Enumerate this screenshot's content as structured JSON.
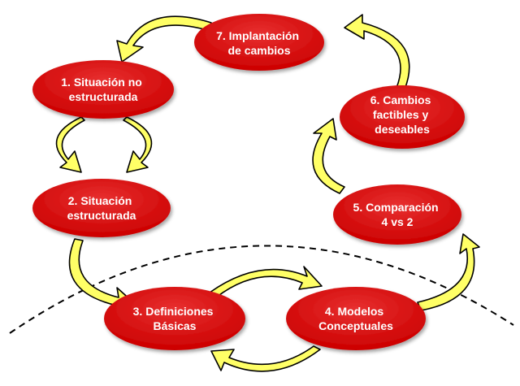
{
  "nodes": [
    {
      "id": "n1",
      "lines": [
        "1. Situación no",
        "estructurada"
      ]
    },
    {
      "id": "n2",
      "lines": [
        "2. Situación",
        "estructurada"
      ]
    },
    {
      "id": "n3",
      "lines": [
        "3. Definiciones",
        "Básicas"
      ]
    },
    {
      "id": "n4",
      "lines": [
        "4. Modelos",
        "Conceptuales"
      ]
    },
    {
      "id": "n5",
      "lines": [
        "5. Comparación",
        "4 vs 2"
      ]
    },
    {
      "id": "n6",
      "lines": [
        "6. Cambios",
        "factibles y",
        "deseables"
      ]
    },
    {
      "id": "n7",
      "lines": [
        "7. Implantación",
        "de cambios"
      ]
    }
  ],
  "colors": {
    "node_fill": "#cc0000",
    "node_highlight": "#e83030",
    "node_text": "#ffffff",
    "arrow_fill": "#ffff66",
    "arrow_outline": "#000000",
    "boundary_line": "#000000"
  }
}
